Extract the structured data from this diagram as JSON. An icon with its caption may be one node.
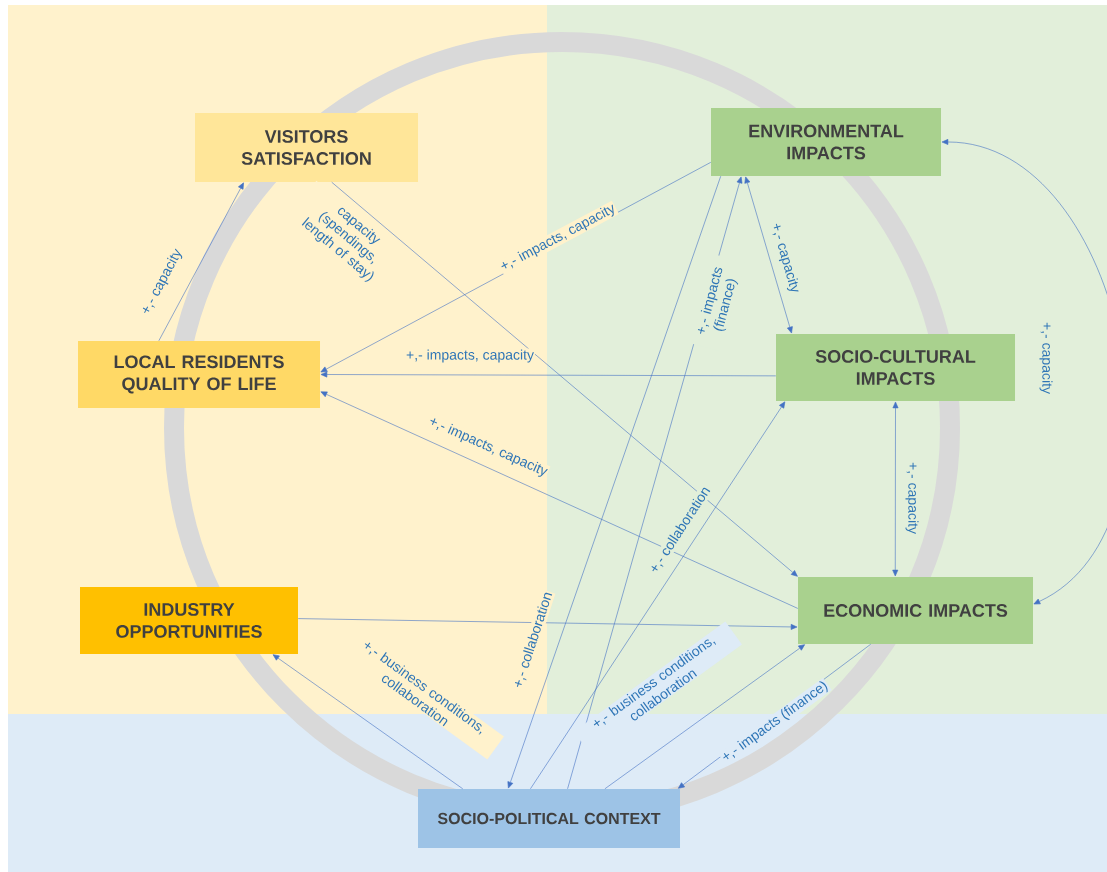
{
  "diagram": {
    "nodes": [
      {
        "text": [
          "VISITORS SATISFACTION"
        ]
      },
      {
        "text": [
          "ENVIRONMENTAL IMPACTS"
        ]
      },
      {
        "text": [
          "LOCAL RESIDENTS QUALITY OF LIFE"
        ]
      },
      {
        "text": [
          "SOCIO-CULTURAL IMPACTS"
        ]
      },
      {
        "text": [
          "INDUSTRY OPPORTUNITIES"
        ]
      },
      {
        "text": [
          "ECONOMIC IMPACTS"
        ]
      },
      {
        "text": [
          "SOCIO-POLITICAL CONTEXT"
        ]
      }
    ],
    "edges": [
      {
        "from": 2,
        "to": 0,
        "arrow": "to",
        "label": "+,- capacity"
      },
      {
        "from": 0,
        "to": 5,
        "arrow": "to",
        "label": "capacity (spendings, length of stay)"
      },
      {
        "from": 1,
        "to": 2,
        "arrow": "to",
        "label": "+,- impacts, capacity"
      },
      {
        "from": 3,
        "to": 2,
        "arrow": "to",
        "label": "+,- impacts, capacity"
      },
      {
        "from": 5,
        "to": 2,
        "arrow": "to",
        "label": "+,- impacts, capacity"
      },
      {
        "from": 1,
        "to": 3,
        "arrow": "both",
        "label": "+,- capacity"
      },
      {
        "from": 1,
        "to": 5,
        "arrow": "both",
        "label": "+,- capacity"
      },
      {
        "from": 3,
        "to": 5,
        "arrow": "both",
        "label": "+,- capacity"
      },
      {
        "from": 4,
        "to": 5,
        "arrow": "to"
      },
      {
        "from": 6,
        "to": 4,
        "arrow": "to",
        "label": "+,- business conditions, collaboration"
      },
      {
        "from": 1,
        "to": 6,
        "arrow": "to",
        "label": "+,- collaboration"
      },
      {
        "from": 6,
        "to": 1,
        "arrow": "to",
        "label": "+,- impacts (finance)"
      },
      {
        "from": 6,
        "to": 3,
        "arrow": "to",
        "label": "+,- collaboration"
      },
      {
        "from": 6,
        "to": 5,
        "arrow": "to",
        "label": "+,- business conditions, collaboration"
      },
      {
        "from": 5,
        "to": 6,
        "arrow": "to",
        "label": "+,- impacts (finance)"
      }
    ]
  }
}
